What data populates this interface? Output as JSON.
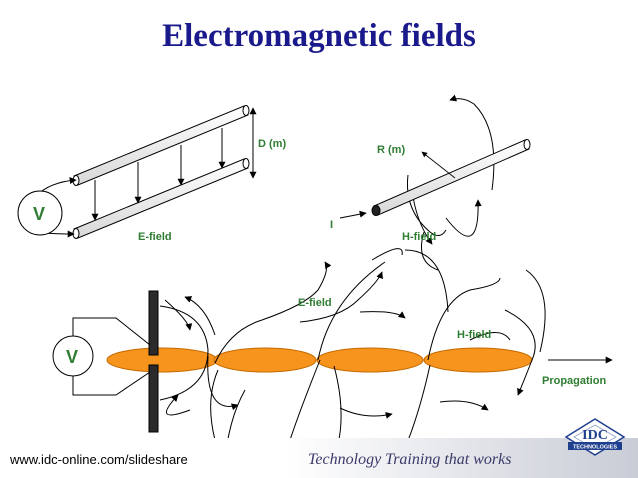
{
  "title": "Electromagnetic fields",
  "labels": {
    "v_top": "V",
    "v_bottom": "V",
    "d_m": "D (m)",
    "r_m": "R (m)",
    "e_field_top": "E-field",
    "current": "I",
    "h_field_top": "H-field",
    "e_field_bottom": "E-field",
    "h_field_bottom": "H-field",
    "propagation": "Propagation"
  },
  "footer": {
    "url": "www.idc-online.com/slideshare",
    "tagline": "Technology Training that works"
  },
  "logo": {
    "text": "IDC",
    "subtext": "TECHNOLOGIES"
  },
  "colors": {
    "title": "#1a1a8c",
    "label": "#2e7d32",
    "lobe_fill": "#f7941d",
    "lobe_stroke": "#c46a00",
    "logo": "#1f3f8f"
  }
}
